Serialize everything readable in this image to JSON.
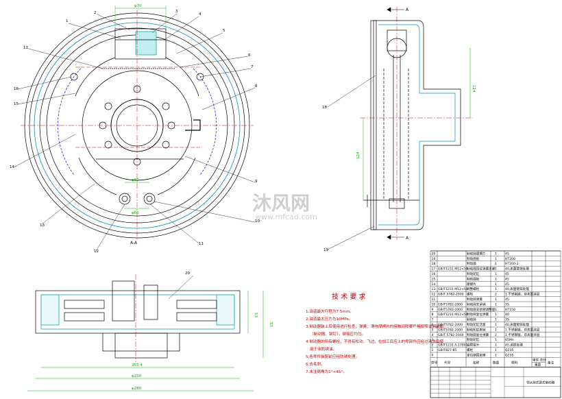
{
  "view_labels": {
    "section_a": "A",
    "section_view": "A-A"
  },
  "callouts": {
    "front": [
      "1",
      "2",
      "3",
      "4",
      "5",
      "6",
      "7",
      "8",
      "9",
      "10",
      "11",
      "12",
      "13",
      "14",
      "15",
      "16",
      "17"
    ],
    "side": [
      "18",
      "19"
    ],
    "top": [
      "20"
    ]
  },
  "dimensions": {
    "front_top": "φ70",
    "front_bottom": "φ60",
    "front_bottom2": "φ60",
    "side_upper": "124",
    "side_lower": "124",
    "top_inner": "255.4",
    "top_middle": "φ250",
    "top_outer": "φ280",
    "top_height": "53",
    "top_height2": "53"
  },
  "tech_requirements": {
    "title": "技 术 要 求",
    "items": [
      "1.油道最大行程为7.5mm。",
      "2.油道最大压力为10MPa。",
      "3.制动器装上后使用进行检查，弹簧、滑块摩擦片的接触间隙要严格按照说明装配",
      "（制动器、铆钉），铆接应均匀。",
      "4.制动器的所有螺栓，不得有松动、飞边，在加工后应上的零部件应经过清洗后使",
      "用于涂防锈油。",
      "5.各零件装配前应经防锈处理。",
      "6.去毛刺。",
      "7.未注倒角为1°×45°。"
    ]
  },
  "bom": {
    "rows": [
      {
        "no": "20",
        "code": "",
        "name": "制动蹄摩擦片",
        "qty": "1",
        "material": "45"
      },
      {
        "no": "19",
        "code": "",
        "name": "制动底板",
        "qty": "1",
        "material": "HT200"
      },
      {
        "no": "18",
        "code": "",
        "name": "制动鼓",
        "qty": "1",
        "material": "HT200-2"
      },
      {
        "no": "17",
        "code": "GB/T1231 M12×50",
        "name": "制动蹄回位弹簧支座",
        "qty": "1",
        "material": "40,表面镀锌处理"
      },
      {
        "no": "16",
        "code": "",
        "name": "制动轮缸",
        "qty": "1",
        "material": "45"
      },
      {
        "no": "15",
        "code": "",
        "name": "制动底板",
        "qty": "1",
        "material": "45"
      },
      {
        "no": "14",
        "code": "",
        "name": "摩擦片",
        "qty": "1",
        "material": "45"
      },
      {
        "no": "13",
        "code": "GB/T1231 M12×50",
        "name": "调整螺栓",
        "qty": "1",
        "material": "40,表面镀锌处理"
      },
      {
        "no": "12",
        "code": "GB/T 5782-2000",
        "name": "螺栓",
        "qty": "2",
        "material": "1.不锈钢锻，双表面涂层"
      },
      {
        "no": "11",
        "code": "",
        "name": "制动蹄弹簧",
        "qty": "1",
        "material": "45"
      },
      {
        "no": "10",
        "code": "GB/T5782-2000",
        "name": "制动蹄支承销",
        "qty": "1",
        "material": "35"
      },
      {
        "no": "9",
        "code": "GB/T5782-2000",
        "name": "制动蹄支承销调整座",
        "qty": "1",
        "material": "HT150"
      },
      {
        "no": "8",
        "code": "GB/T1231 M12×50",
        "name": "制动蹄复位弹簧",
        "qty": "1",
        "material": "40"
      },
      {
        "no": "7",
        "code": "",
        "name": "制动蹄",
        "qty": "1",
        "material": "35"
      },
      {
        "no": "6",
        "code": "GB/T5782-2000",
        "name": "制动轮缸活塞",
        "qty": "1",
        "material": "40,表面镀锌处理"
      },
      {
        "no": "5",
        "code": "GB/T5782-2000",
        "name": "制动轮缸皮碗",
        "qty": "1",
        "material": "1.不锈钢锻，双表面涂层"
      },
      {
        "no": "4",
        "code": "GB/T 5782-2000",
        "name": "制动蹄复位弹簧",
        "qty": "2",
        "material": "1.不锈钢锻，双表面涂层"
      },
      {
        "no": "3",
        "code": "",
        "name": "制动轮缸",
        "qty": "1",
        "material": "65Mn"
      },
      {
        "no": "2",
        "code": "GB/T1231 A-17001",
        "name": "油管接头",
        "qty": "1",
        "material": "45,调质处理"
      },
      {
        "no": "1",
        "code": "GB/T827-85",
        "name": "螺栓",
        "qty": "1",
        "material": "Q235"
      },
      {
        "no": "0",
        "code": "",
        "name": "定位销固定座",
        "qty": "1",
        "material": "Q235"
      }
    ],
    "header": {
      "no": "序号",
      "code": "代号",
      "name": "名称",
      "qty": "数量",
      "material": "材料",
      "weight": "单件 总计",
      "weight_unit": "重量",
      "note": "备注"
    },
    "title_block": {
      "title": "领从蹄式鼓式制动器"
    }
  },
  "watermark": {
    "text": "沐风网",
    "url": "www.mfcad.com"
  },
  "colors": {
    "line": "#000000",
    "center_line": "#d40000",
    "dimension": "#00aa00",
    "highlight": "#0090c0",
    "hidden": "#0000cc",
    "hatch": "#00a0a0"
  }
}
